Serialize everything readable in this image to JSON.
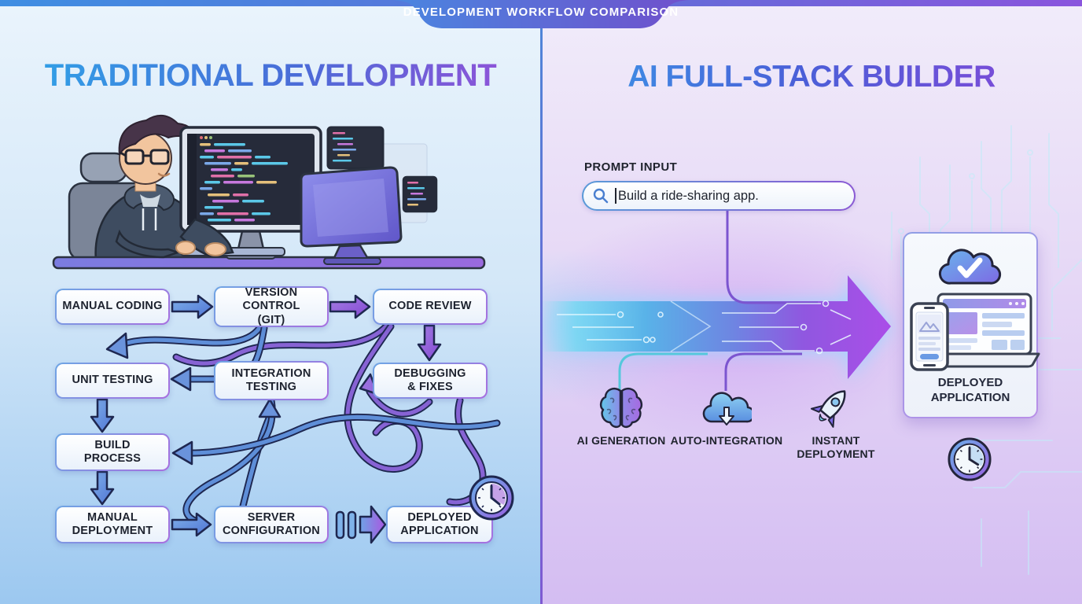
{
  "banner": {
    "title": "DEVELOPMENT WORKFLOW COMPARISON"
  },
  "left_panel": {
    "title": "TRADITIONAL DEVELOPMENT",
    "flow_boxes": [
      {
        "id": "manual-coding",
        "label": "MANUAL CODING"
      },
      {
        "id": "version-control",
        "label": "VERSION CONTROL\n(GIT)"
      },
      {
        "id": "code-review",
        "label": "CODE REVIEW"
      },
      {
        "id": "unit-testing",
        "label": "UNIT TESTING"
      },
      {
        "id": "integration-testing",
        "label": "INTEGRATION\nTESTING"
      },
      {
        "id": "debugging-fixes",
        "label": "DEBUGGING\n& FIXES"
      },
      {
        "id": "build-process",
        "label": "BUILD\nPROCESS"
      },
      {
        "id": "manual-deployment",
        "label": "MANUAL\nDEPLOYMENT"
      },
      {
        "id": "server-configuration",
        "label": "SERVER\nCONFIGURATION"
      },
      {
        "id": "deployed-application",
        "label": "DEPLOYED\nAPPLICATION"
      }
    ]
  },
  "right_panel": {
    "title": "AI FULL-STACK BUILDER",
    "prompt": {
      "label": "PROMPT INPUT",
      "value": "Build a ride-sharing app."
    },
    "features": [
      {
        "icon": "brain-icon",
        "label": "AI GENERATION"
      },
      {
        "icon": "cloud-download-icon",
        "label": "AUTO-INTEGRATION"
      },
      {
        "icon": "rocket-icon",
        "label": "INSTANT\nDEPLOYMENT"
      }
    ],
    "result_card": {
      "icon": "cloud-check-icon",
      "label": "DEPLOYED\nAPPLICATION"
    }
  },
  "colors": {
    "accent_blue": "#3b9be8",
    "accent_purple": "#9a4fd8",
    "banner_start": "#4a86e0",
    "banner_end": "#7050cc",
    "left_bg_bottom": "#9cc8f0",
    "right_bg_bottom": "#d4bdf2",
    "outline_navy": "#1e2750"
  }
}
